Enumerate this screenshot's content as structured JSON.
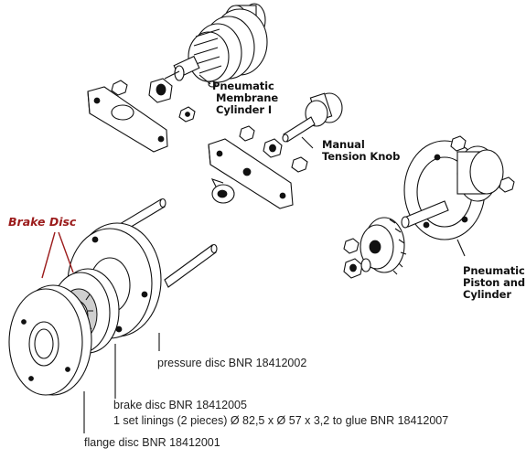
{
  "labels": {
    "brake_disc_title": "Brake Disc",
    "membrane_cylinder": [
      "Pneumatic",
      "Membrane",
      "Cylinder I"
    ],
    "manual_knob": [
      "Manual",
      "Tension Knob"
    ],
    "piston_cylinder": [
      "Pneumatic",
      "Piston and",
      "Cylinder"
    ],
    "pressure_disc": "pressure disc BNR 18412002",
    "brake_disc_part": "brake disc BNR 18412005",
    "linings": "1 set linings (2 pieces) Ø 82,5 x Ø 57 x 3,2 to glue BNR 18412007",
    "flange_disc": "flange disc BNR 18412001"
  },
  "colors": {
    "accent": "#9b1b1b",
    "line": "#111111"
  }
}
